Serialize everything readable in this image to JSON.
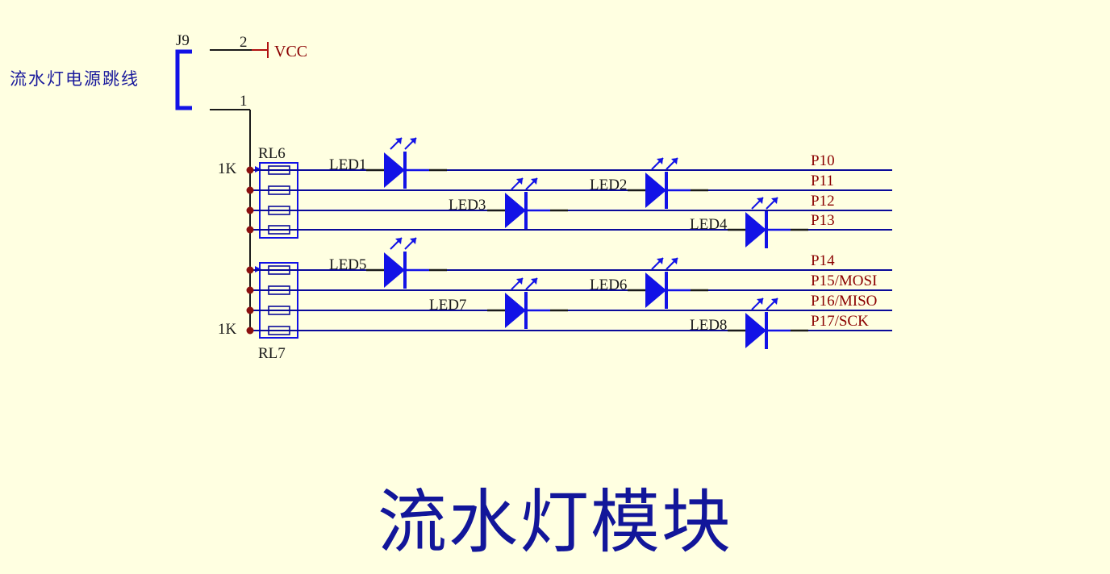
{
  "title": "流水灯模块",
  "jumper": {
    "designator": "J9",
    "label": "流水灯电源跳线",
    "pin_top": "2",
    "pin_bottom": "1",
    "power_net": "VCC"
  },
  "resistor_networks": [
    {
      "designator": "RL6",
      "value": "1K"
    },
    {
      "designator": "RL7",
      "value": "1K"
    }
  ],
  "leds": [
    "LED1",
    "LED2",
    "LED3",
    "LED4",
    "LED5",
    "LED6",
    "LED7",
    "LED8"
  ],
  "nets": [
    "P10",
    "P11",
    "P12",
    "P13",
    "P14",
    "P15/MOSI",
    "P16/MISO",
    "P17/SCK"
  ],
  "colors": {
    "wire": "#0a0a9a",
    "component": "#1212e6",
    "net_label": "#8b0000",
    "junction": "#8b1010",
    "text": "#1a1a1a"
  }
}
